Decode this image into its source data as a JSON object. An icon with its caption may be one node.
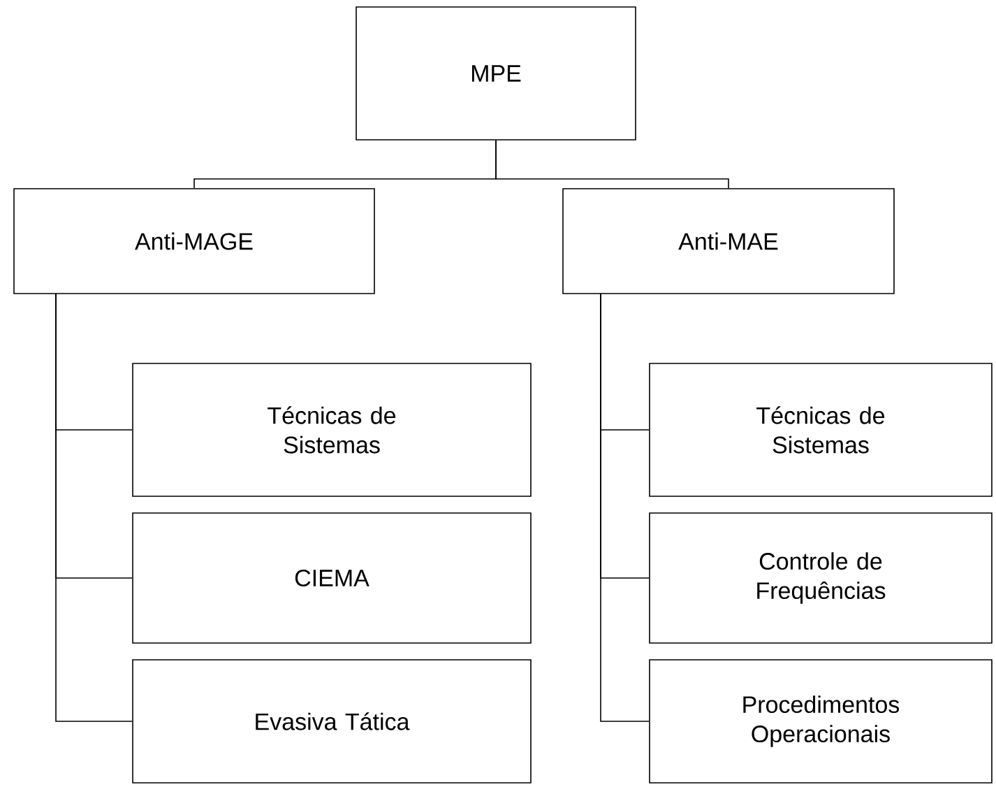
{
  "diagram": {
    "nodes": [
      {
        "text": [
          "MPE"
        ]
      },
      {
        "text": [
          "Anti-MAGE"
        ]
      },
      {
        "text": [
          "Anti-MAE"
        ]
      },
      {
        "text": [
          "Técnicas de Sistemas"
        ]
      },
      {
        "text": [
          "CIEMA"
        ]
      },
      {
        "text": [
          "Evasiva Tática"
        ]
      },
      {
        "text": [
          "Técnicas de Sistemas"
        ]
      },
      {
        "text": [
          "Controle de Frequências"
        ]
      },
      {
        "text": [
          "Procedimentos Operacionais"
        ]
      }
    ],
    "edges": [
      {
        "from": 0,
        "to": 1,
        "arrow": "none"
      },
      {
        "from": 0,
        "to": 2,
        "arrow": "none"
      },
      {
        "from": 1,
        "to": 3,
        "arrow": "none"
      },
      {
        "from": 1,
        "to": 4,
        "arrow": "none"
      },
      {
        "from": 1,
        "to": 5,
        "arrow": "none"
      },
      {
        "from": 2,
        "to": 6,
        "arrow": "none"
      },
      {
        "from": 2,
        "to": 7,
        "arrow": "none"
      },
      {
        "from": 2,
        "to": 8,
        "arrow": "none"
      }
    ]
  }
}
